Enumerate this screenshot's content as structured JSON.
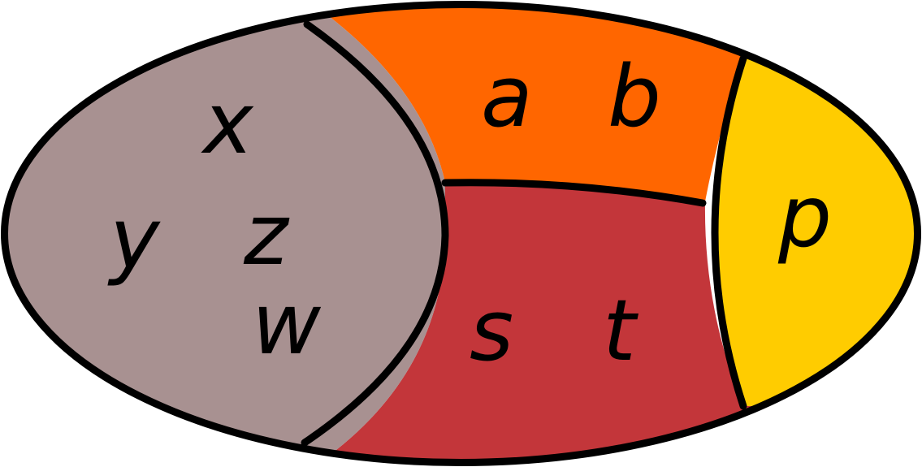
{
  "diagram": {
    "regions": [
      {
        "id": "left",
        "color": "#a89191",
        "labels": [
          "x",
          "y",
          "z",
          "w"
        ]
      },
      {
        "id": "top-middle",
        "color": "#ff6600",
        "labels": [
          "a",
          "b"
        ]
      },
      {
        "id": "bottom-middle",
        "color": "#c3363a",
        "labels": [
          "s",
          "t"
        ]
      },
      {
        "id": "right",
        "color": "#ffcc00",
        "labels": [
          "p"
        ]
      }
    ],
    "outline_color": "#000000"
  }
}
